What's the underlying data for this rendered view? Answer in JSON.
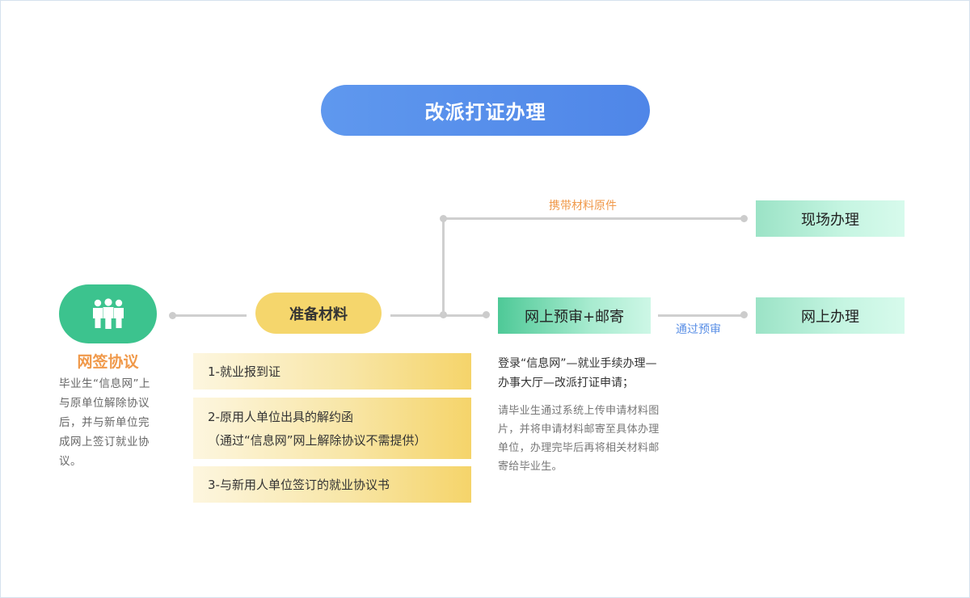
{
  "title": "改派打证办理",
  "agreement": {
    "icon": "people-group-icon",
    "heading": "网签协议",
    "description": "毕业生“信息网”上与原单位解除协议后，并与新单位完成网上签订就业协议。"
  },
  "prepare": {
    "label": "准备材料",
    "items": [
      {
        "line1": "1-就业报到证",
        "line2": ""
      },
      {
        "line1": "2-原用人单位出具的解约函",
        "line2": "（通过“信息网”网上解除协议不需提供）"
      },
      {
        "line1": "3-与新用人单位签订的就业协议书",
        "line2": ""
      }
    ]
  },
  "branches": {
    "carry_label": "携带材料原件",
    "onsite": "现场办理",
    "precheck": "网上预审+邮寄",
    "pass_label": "通过预审",
    "online": "网上办理"
  },
  "online_steps": {
    "path": "登录“信息网”—就业手续办理—办事大厅—改派打证申请；",
    "note": "请毕业生通过系统上传申请材料图片，并将申请材料邮寄至具体办理单位，办理完毕后再将相关材料邮寄给毕业生。"
  },
  "colors": {
    "title": "#5a90ec",
    "green": "#3cc38e",
    "yellow": "#f5d66c",
    "orange": "#f0994a",
    "blue_label": "#5a8fe6"
  }
}
